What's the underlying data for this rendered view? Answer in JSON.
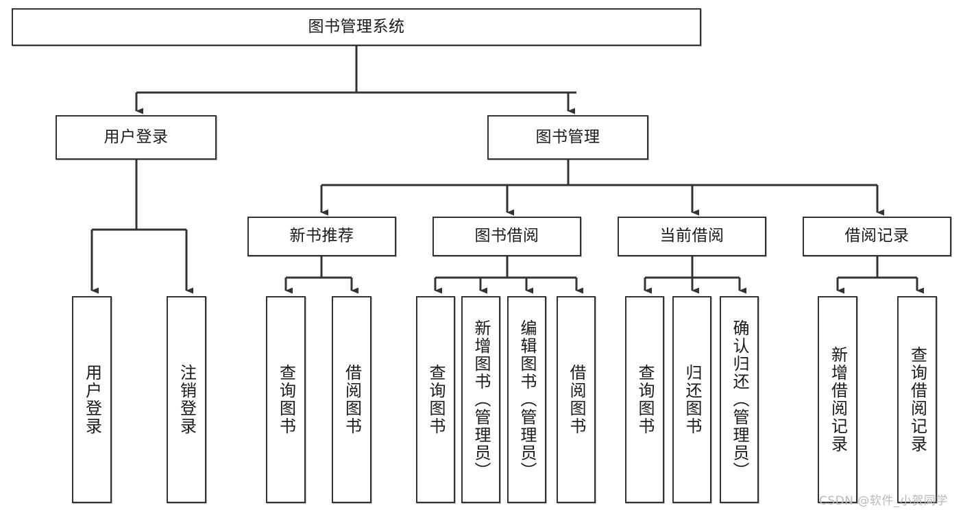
{
  "diagram": {
    "title": "图书管理系统",
    "type": "hierarchy-tree",
    "root": {
      "id": "root",
      "label": "图书管理系统"
    },
    "level2": [
      {
        "id": "user-login",
        "label": "用户登录"
      },
      {
        "id": "book-manage",
        "label": "图书管理"
      }
    ],
    "level3": [
      {
        "id": "new-book-recommend",
        "label": "新书推荐"
      },
      {
        "id": "book-borrow",
        "label": "图书借阅"
      },
      {
        "id": "current-borrow",
        "label": "当前借阅"
      },
      {
        "id": "borrow-record",
        "label": "借阅记录"
      }
    ],
    "leaves": {
      "user_login": [
        {
          "id": "leaf-user-login",
          "label": "用户登录"
        },
        {
          "id": "leaf-logout-login",
          "label": "注销登录"
        }
      ],
      "new_book_recommend": [
        {
          "id": "leaf-query-book-1",
          "label": "查询图书"
        },
        {
          "id": "leaf-borrow-book-1",
          "label": "借阅图书"
        }
      ],
      "book_borrow": [
        {
          "id": "leaf-query-book-2",
          "label": "查询图书"
        },
        {
          "id": "leaf-add-book",
          "label": "新增图书（管理员）"
        },
        {
          "id": "leaf-edit-book",
          "label": "编辑图书（管理员）"
        },
        {
          "id": "leaf-borrow-book-2",
          "label": "借阅图书"
        }
      ],
      "current_borrow": [
        {
          "id": "leaf-query-book-3",
          "label": "查询图书"
        },
        {
          "id": "leaf-return-book",
          "label": "归还图书"
        },
        {
          "id": "leaf-confirm-return",
          "label": "确认归还（管理员）"
        }
      ],
      "borrow_record": [
        {
          "id": "leaf-add-record",
          "label": "新增借阅记录"
        },
        {
          "id": "leaf-query-record",
          "label": "查询借阅记录"
        }
      ]
    }
  },
  "watermark": {
    "text": "CSDN @软件_小贺同学"
  },
  "colors": {
    "stroke": "#333333",
    "background": "#ffffff",
    "text": "#1a1a1a",
    "watermark": "#b9b9b9"
  }
}
